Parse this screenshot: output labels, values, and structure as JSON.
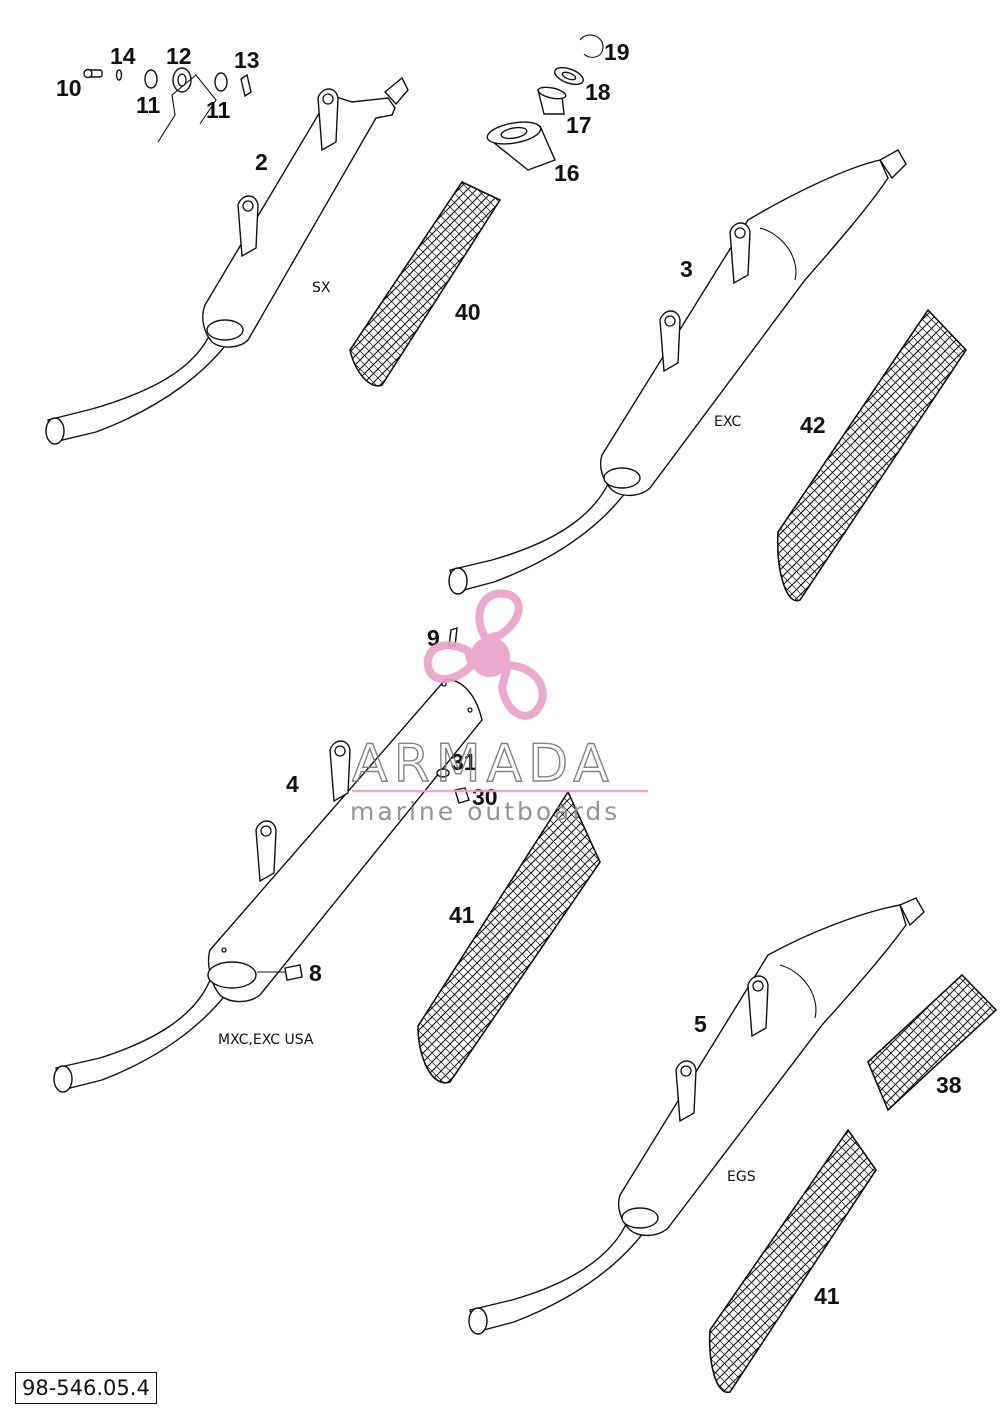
{
  "colors": {
    "line": "#111111",
    "watermark_pink": "#e8a0c8",
    "watermark_grey": "#7a7a7a"
  },
  "callouts": {
    "c2": "2",
    "c3": "3",
    "c4": "4",
    "c5": "5",
    "c8": "8",
    "c9": "9",
    "c10": "10",
    "c11a": "11",
    "c11b": "11",
    "c12": "12",
    "c13": "13",
    "c14": "14",
    "c16": "16",
    "c17": "17",
    "c18": "18",
    "c19": "19",
    "c30": "30",
    "c31": "31",
    "c38": "38",
    "c40": "40",
    "c41a": "41",
    "c41b": "41",
    "c42": "42"
  },
  "variants": {
    "sx": "SX",
    "exc": "EXC",
    "mxc": "MXC,EXC USA",
    "egs": "EGS"
  },
  "watermark": {
    "brand": "ARMADA",
    "tagline": "marine outboards",
    "icon": "propeller-logo-icon"
  },
  "drawing_code": "98-546.05.4"
}
